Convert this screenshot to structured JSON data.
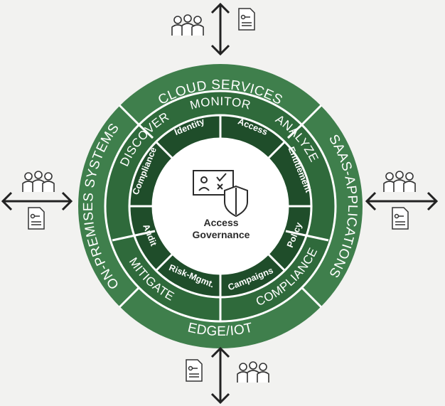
{
  "center": {
    "line1": "Access",
    "line2": "Governance"
  },
  "outer_ring": {
    "top": "CLOUD SERVICES",
    "right": "SAAS-APPLICATIONS",
    "bottom": "EDGE/IOT",
    "left": "ON-PREMISES SYSTEMS"
  },
  "middle_ring": {
    "top": "MONITOR",
    "right": "ANALYZE",
    "bottom_right": "MITIGATE",
    "bottom_left": "COMPLIANCE",
    "left": "DISCOVER"
  },
  "inner_ring": {
    "identity": "Identity",
    "access": "Access",
    "entitlement": "Entitlement",
    "policy": "Policy",
    "campaigns": "Campaigns",
    "risk_mgmt": "Risk-Mgmt.",
    "audit": "Audit",
    "compliance": "Compliance"
  },
  "colors": {
    "outer": "#3f7f4c",
    "middle": "#2f6a3b",
    "inner": "#1f4d2a",
    "separator": "#ffffff",
    "arrow": "#222222",
    "background": "#f2f2f0"
  },
  "icons": [
    "users-icon",
    "document-key-icon",
    "double-arrow-icon",
    "presentation-check-icon",
    "shield-icon"
  ]
}
